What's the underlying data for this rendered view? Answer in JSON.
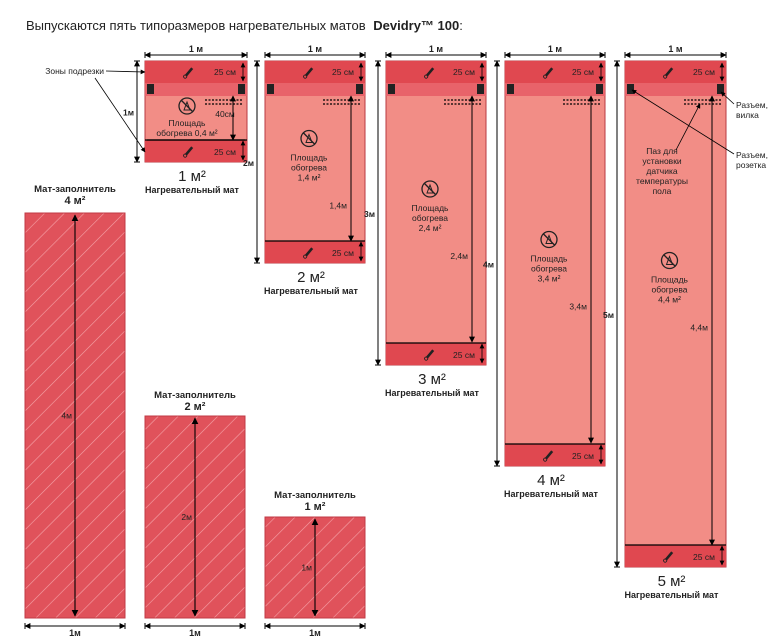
{
  "heading": {
    "text": "Выпускаются пять типоразмеров нагревательных матов",
    "brand": "Devidry™ 100",
    "suffix": ":"
  },
  "colors": {
    "mat_body": "#f28d86",
    "mat_end": "#e04850",
    "filler": "#e0525b",
    "filler_stripe": "#f5a3a8",
    "connector": "#222222",
    "dims": "#000000"
  },
  "common": {
    "width_label": "1 м",
    "zone_label": "25 см",
    "product_subtitle": "Нагревательный мат",
    "filler_title": "Мат-заполнитель"
  },
  "callouts": {
    "trim_zones": "Зоны подрезки",
    "sensor_slot": [
      "Паз для",
      "установки",
      "датчика",
      "температуры",
      "пола"
    ],
    "plug": [
      "Разъем,",
      "вилка"
    ],
    "socket": [
      "Разъем,",
      "розетка"
    ]
  },
  "heating_mats": [
    {
      "size": "1 м²",
      "length_label": "1м",
      "area_label": [
        "Площадь",
        "обогрева 0,4 м²"
      ],
      "inner_label": "40см",
      "icon": "cut-prohibited-icon"
    },
    {
      "size": "2 м²",
      "length_label": "2м",
      "area_label": [
        "Площадь",
        "обогрева",
        "1,4 м²"
      ],
      "inner_label": "1,4м",
      "icon": "cut-prohibited-icon"
    },
    {
      "size": "3 м²",
      "length_label": "3м",
      "area_label": [
        "Площадь",
        "обогрева",
        "2,4 м²"
      ],
      "inner_label": "2,4м",
      "icon": "cut-prohibited-icon"
    },
    {
      "size": "4 м²",
      "length_label": "4м",
      "area_label": [
        "Площадь",
        "обогрева",
        "3,4 м²"
      ],
      "inner_label": "3,4м",
      "icon": "cut-prohibited-icon"
    },
    {
      "size": "5 м²",
      "length_label": "5м",
      "area_label": [
        "Площадь",
        "обогрева",
        "4,4 м²"
      ],
      "inner_label": "4,4м",
      "icon": "cut-prohibited-icon"
    }
  ],
  "filler_mats": [
    {
      "size": "4 м²",
      "length_label": "4м",
      "width_label": "1м"
    },
    {
      "size": "2 м²",
      "length_label": "2м",
      "width_label": "1м"
    },
    {
      "size": "1 м²",
      "length_label": "1м",
      "width_label": "1м"
    }
  ]
}
